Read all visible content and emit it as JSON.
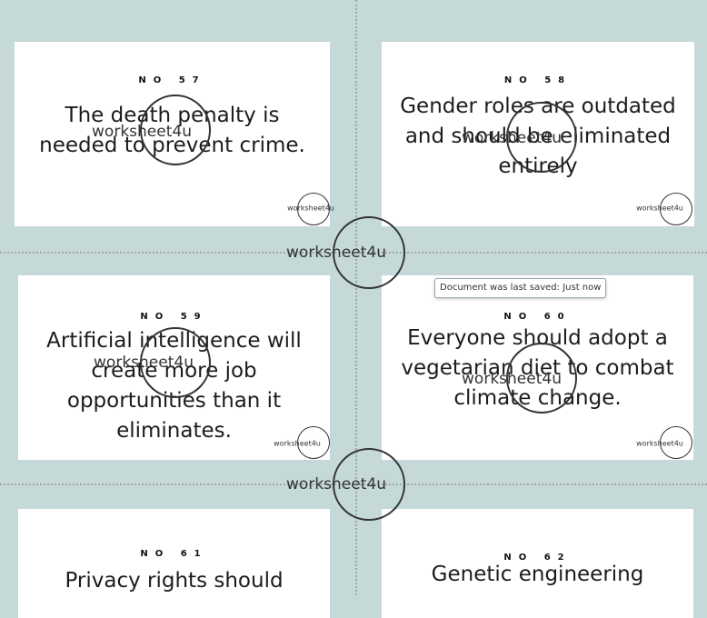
{
  "watermark_brand": "worksheet4u",
  "tooltip": {
    "text": "Document was last saved: Just now"
  },
  "cards": [
    {
      "number": "NO 57",
      "statement": "The death penalty is needed to prevent crime.",
      "watermark": "worksheet4u",
      "badge": "worksheet4u"
    },
    {
      "number": "NO 58",
      "statement": "Gender roles are outdated and should be eliminated entirely",
      "watermark": "worksheet4u",
      "badge": "worksheet4u"
    },
    {
      "number": "NO 59",
      "statement": "Artificial intelligence will create more job opportunities than it eliminates.",
      "watermark": "worksheet4u",
      "badge": "worksheet4u"
    },
    {
      "number": "NO 60",
      "statement": "Everyone should adopt a vegetarian diet to combat climate change.",
      "watermark": "worksheet4u",
      "badge": "worksheet4u"
    },
    {
      "number": "NO 61",
      "statement": "Privacy rights should",
      "watermark": "",
      "badge": ""
    },
    {
      "number": "NO 62",
      "statement": "Genetic engineering",
      "watermark": "",
      "badge": ""
    }
  ]
}
